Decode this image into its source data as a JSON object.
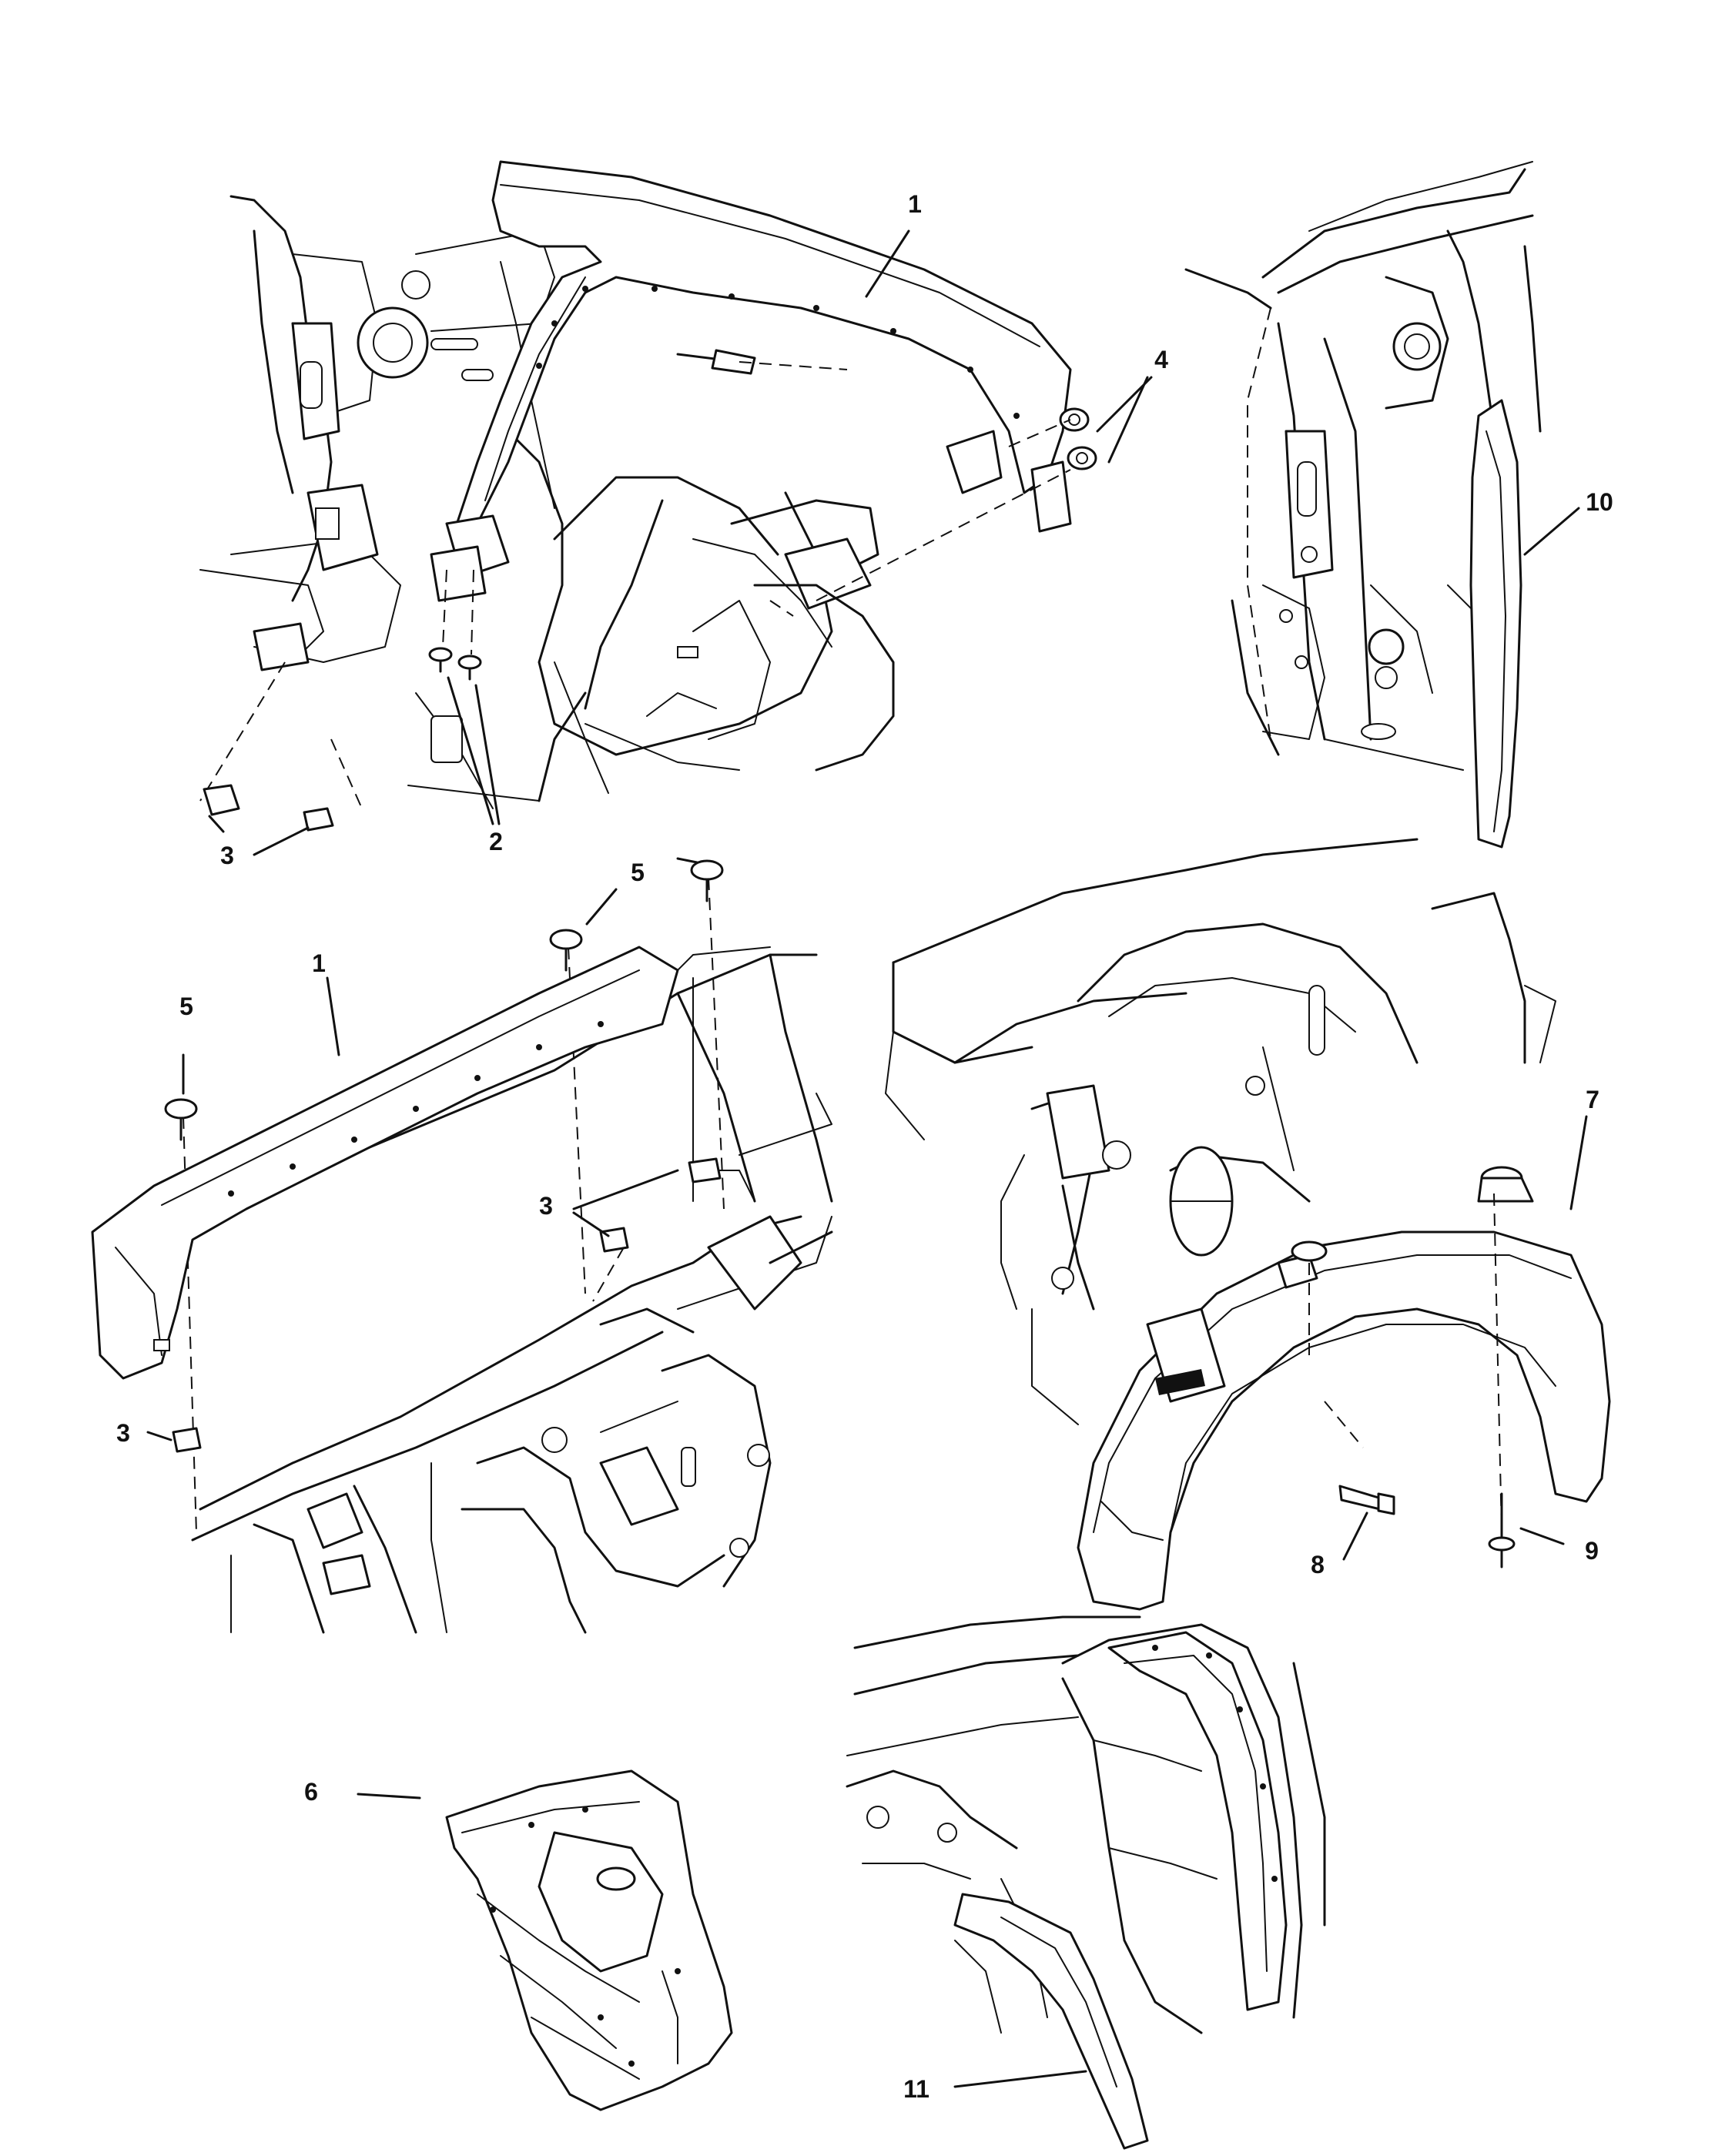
{
  "diagram": {
    "callouts": [
      {
        "id": "c1-top",
        "label": "1"
      },
      {
        "id": "c4",
        "label": "4"
      },
      {
        "id": "c10",
        "label": "10"
      },
      {
        "id": "c2",
        "label": "2"
      },
      {
        "id": "c3-top",
        "label": "3"
      },
      {
        "id": "c5-a",
        "label": "5"
      },
      {
        "id": "c5-b",
        "label": "5"
      },
      {
        "id": "c1-mid",
        "label": "1"
      },
      {
        "id": "c7",
        "label": "7"
      },
      {
        "id": "c3-mid",
        "label": "3"
      },
      {
        "id": "c3-low",
        "label": "3"
      },
      {
        "id": "c8",
        "label": "8"
      },
      {
        "id": "c9",
        "label": "9"
      },
      {
        "id": "c6",
        "label": "6"
      },
      {
        "id": "c11",
        "label": "11"
      }
    ]
  }
}
